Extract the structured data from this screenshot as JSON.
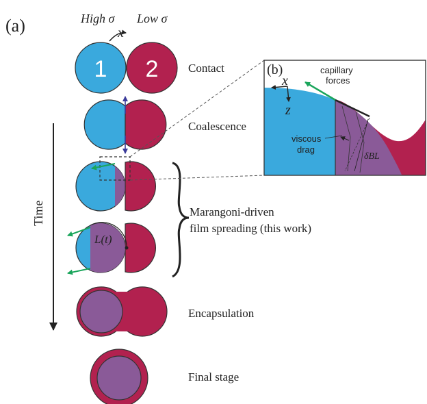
{
  "panel_a": {
    "label": "(a)",
    "header_high": "High σ",
    "header_low": "Low σ",
    "x_axis_label": "x",
    "drop_1": "1",
    "drop_2": "2",
    "time_label": "Time",
    "stages": {
      "contact": "Contact",
      "coalescence": "Coalescence",
      "marangoni_line1": "Marangoni-driven",
      "marangoni_line2": "film spreading (this work)",
      "encapsulation": "Encapsulation",
      "final": "Final stage"
    },
    "length_label": "L(t)"
  },
  "panel_b": {
    "label": "(b)",
    "x_label": "x",
    "z_label": "z",
    "capillary_line1": "capillary",
    "capillary_line2": "forces",
    "viscous_line1": "viscous",
    "viscous_line2": "drag",
    "boundary_layer_label": "δBL"
  },
  "colors": {
    "high_sigma_drop": "#3aa9dd",
    "low_sigma_drop": "#b2214f",
    "mixed_film": "#8a5a98",
    "arrow_green": "#1aa55b",
    "arrow_blue": "#3b3b9a"
  }
}
